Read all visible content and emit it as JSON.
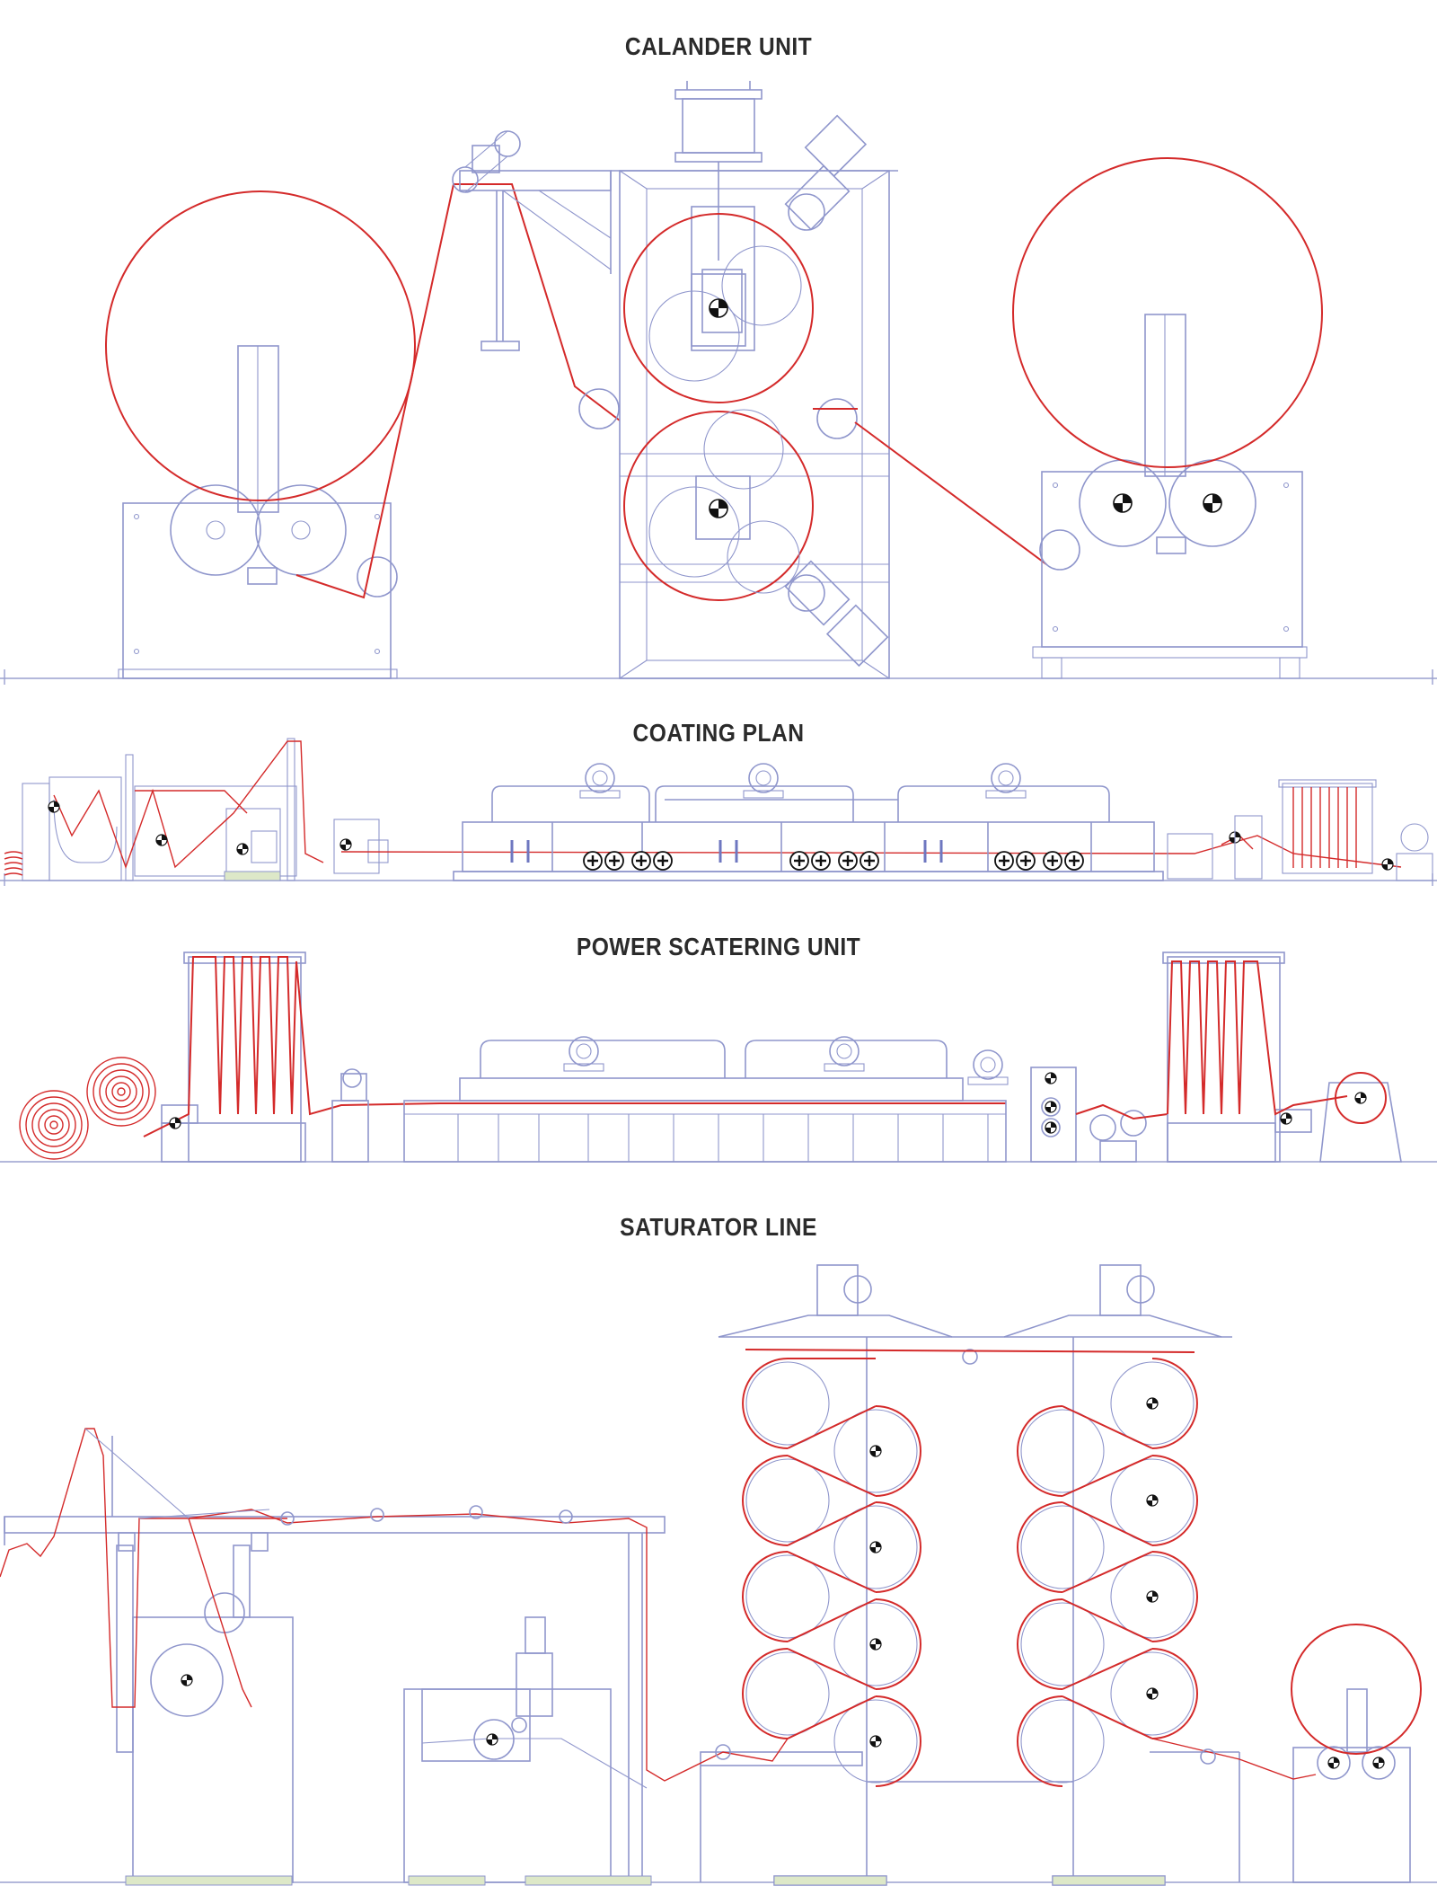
{
  "sections": {
    "calander": {
      "title": "CALANDER UNIT"
    },
    "coating": {
      "title": "COATING PLAN"
    },
    "scattering": {
      "title": "POWER SCATERING UNIT"
    },
    "saturator": {
      "title": "SATURATOR LINE"
    }
  },
  "colors": {
    "machine_outline": "#8f96cc",
    "web_path": "#d42a2a",
    "title_text": "#2b2b2b",
    "foundation": "#dde8c8"
  },
  "icons": [
    "center-mark-icon",
    "fan-icon",
    "roll-icon"
  ]
}
